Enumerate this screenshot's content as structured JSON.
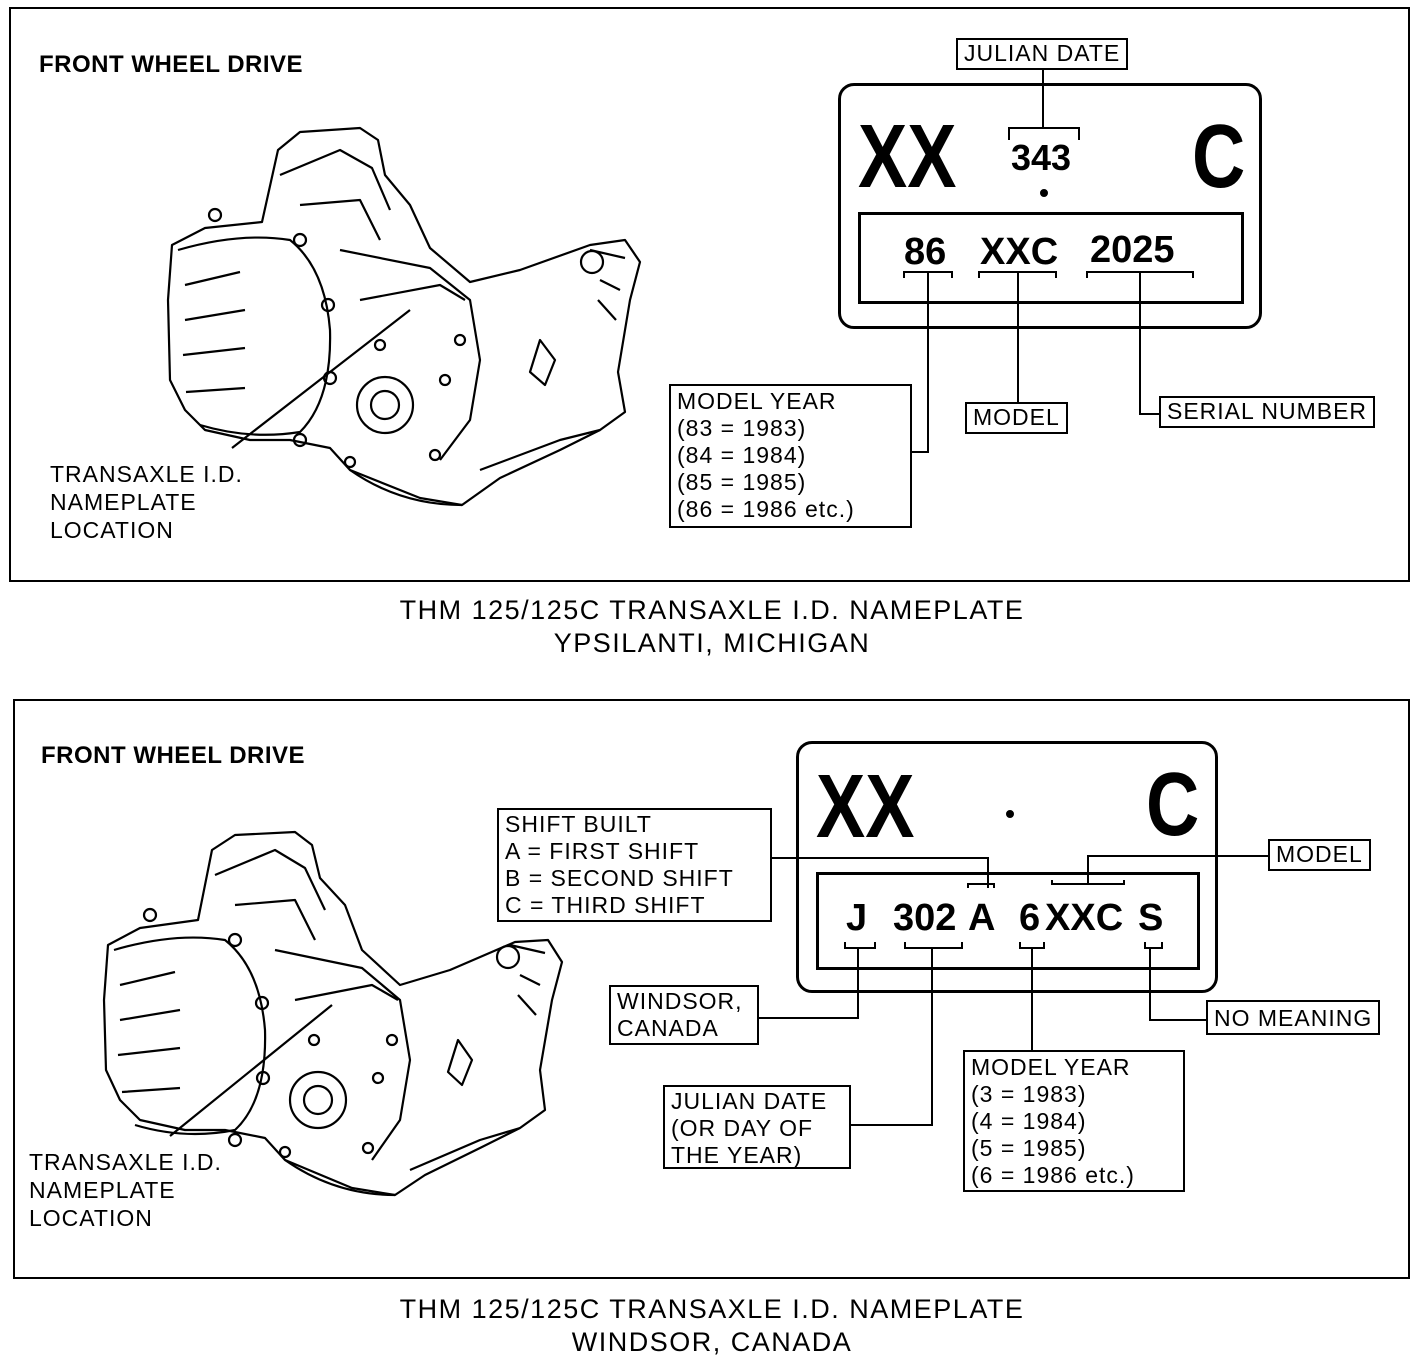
{
  "panel_top": {
    "heading": "FRONT WHEEL DRIVE",
    "location_label": [
      "TRANSAXLE I.D.",
      "NAMEPLATE",
      "LOCATION"
    ],
    "plate": {
      "left_code": "XX",
      "right_code": "C",
      "julian": "343",
      "year": "86",
      "model": "XXC",
      "serial": "2025"
    },
    "callouts": {
      "julian_date": "JULIAN DATE",
      "model": "MODEL",
      "serial_number": "SERIAL NUMBER",
      "model_year": [
        "MODEL YEAR",
        "(83 = 1983)",
        "(84 = 1984)",
        "(85 = 1985)",
        "(86 = 1986 etc.)"
      ]
    },
    "caption": [
      "THM 125/125C TRANSAXLE I.D. NAMEPLATE",
      "YPSILANTI, MICHIGAN"
    ]
  },
  "panel_bottom": {
    "heading": "FRONT WHEEL DRIVE",
    "location_label": [
      "TRANSAXLE I.D.",
      "NAMEPLATE",
      "LOCATION"
    ],
    "plate": {
      "left_code": "XX",
      "right_code": "C",
      "plant": "J",
      "julian": "302",
      "shift": "A",
      "year": "6",
      "model": "XXC",
      "suffix": "S"
    },
    "callouts": {
      "shift_built": [
        "SHIFT BUILT",
        "A = FIRST SHIFT",
        "B = SECOND SHIFT",
        "C = THIRD SHIFT"
      ],
      "model": "MODEL",
      "windsor": [
        "WINDSOR,",
        "CANADA"
      ],
      "no_meaning": "NO MEANING",
      "julian_date": [
        "JULIAN DATE",
        "(OR DAY OF",
        "THE YEAR)"
      ],
      "model_year": [
        "MODEL YEAR",
        "(3 = 1983)",
        "(4 = 1984)",
        "(5 = 1985)",
        "(6 = 1986 etc.)"
      ]
    },
    "caption": [
      "THM 125/125C TRANSAXLE I.D. NAMEPLATE",
      "WINDSOR, CANADA"
    ]
  }
}
